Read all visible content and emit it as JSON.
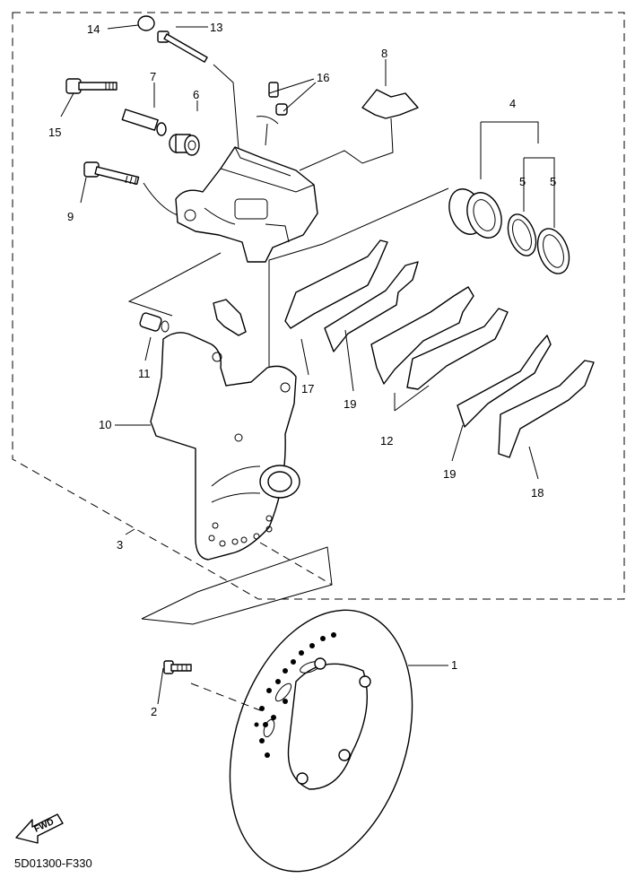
{
  "diagram": {
    "drawing_code": "5D01300-F330",
    "direction_label": "FWD",
    "callouts": [
      "1",
      "2",
      "3",
      "4",
      "5",
      "5",
      "6",
      "7",
      "8",
      "9",
      "10",
      "11",
      "12",
      "13",
      "14",
      "15",
      "16",
      "17",
      "18",
      "19",
      "19"
    ]
  }
}
